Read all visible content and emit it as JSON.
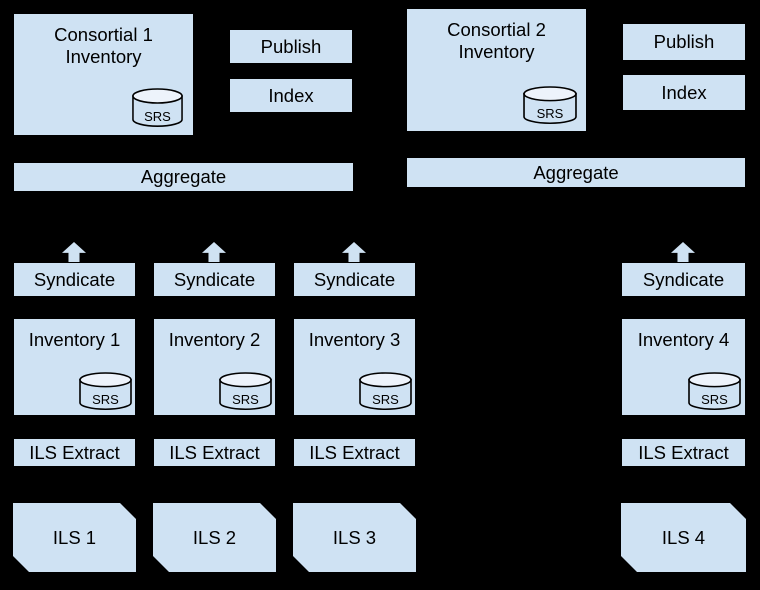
{
  "diagram": {
    "background": "#000000",
    "box_fill": "#cfe2f3",
    "cylinder_top_fill": "#edf3fb",
    "border_color": "#000000",
    "text_color": "#000000",
    "clusters": [
      {
        "name_line1": "Consortial 1",
        "name_line2": "Inventory",
        "srs": "SRS",
        "publish": "Publish",
        "index": "Index",
        "aggregate": "Aggregate"
      },
      {
        "name_line1": "Consortial 2",
        "name_line2": "Inventory",
        "srs": "SRS",
        "publish": "Publish",
        "index": "Index",
        "aggregate": "Aggregate"
      }
    ],
    "columns": [
      {
        "syndicate": "Syndicate",
        "inventory": "Inventory 1",
        "srs": "SRS",
        "extract": "ILS Extract",
        "ils": "ILS 1"
      },
      {
        "syndicate": "Syndicate",
        "inventory": "Inventory 2",
        "srs": "SRS",
        "extract": "ILS Extract",
        "ils": "ILS 2"
      },
      {
        "syndicate": "Syndicate",
        "inventory": "Inventory 3",
        "srs": "SRS",
        "extract": "ILS Extract",
        "ils": "ILS 3"
      },
      {
        "syndicate": "Syndicate",
        "inventory": "Inventory 4",
        "srs": "SRS",
        "extract": "ILS Extract",
        "ils": "ILS 4"
      }
    ]
  }
}
